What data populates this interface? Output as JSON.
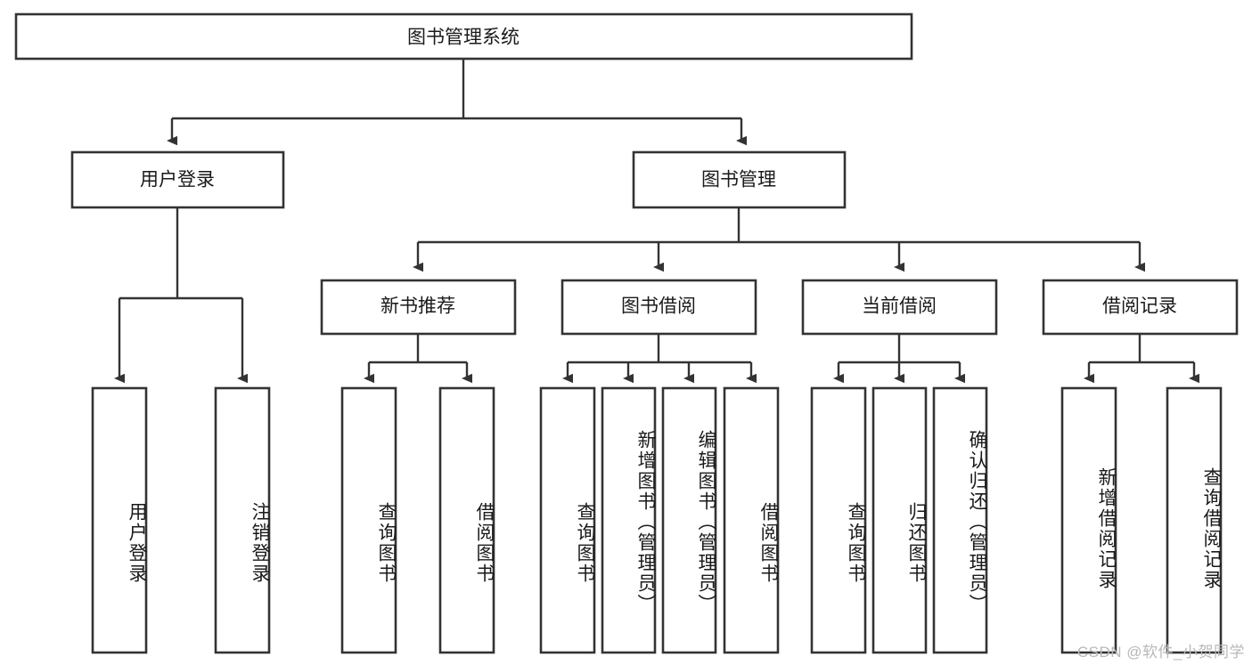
{
  "diagram": {
    "type": "tree-hierarchy",
    "title_node": {
      "label": "图书管理系统"
    },
    "colors": {
      "box_stroke": "#333333",
      "box_fill": "#ffffff",
      "connector": "#333333",
      "text": "#1a1a1a",
      "watermark": "#b8b8b8",
      "background": "#ffffff"
    },
    "level1": [
      {
        "label": "用户登录"
      },
      {
        "label": "图书管理"
      }
    ],
    "level2": [
      {
        "label": "新书推荐"
      },
      {
        "label": "图书借阅"
      },
      {
        "label": "当前借阅"
      },
      {
        "label": "借阅记录"
      }
    ],
    "leaves": {
      "user_login": [
        {
          "label": "用户登录"
        },
        {
          "label": "注销登录"
        }
      ],
      "new_book_recommend": [
        {
          "label": "查询图书"
        },
        {
          "label": "借阅图书"
        }
      ],
      "book_borrow": [
        {
          "label": "查询图书"
        },
        {
          "label": "新增图书（管理员）"
        },
        {
          "label": "编辑图书（管理员）"
        },
        {
          "label": "借阅图书"
        }
      ],
      "current_borrow": [
        {
          "label": "查询图书"
        },
        {
          "label": "归还图书"
        },
        {
          "label": "确认归还（管理员）"
        }
      ],
      "borrow_record": [
        {
          "label": "新增借阅记录"
        },
        {
          "label": "查询借阅记录"
        }
      ]
    }
  },
  "watermark": {
    "text": "CSDN @软件_小贺同学"
  }
}
